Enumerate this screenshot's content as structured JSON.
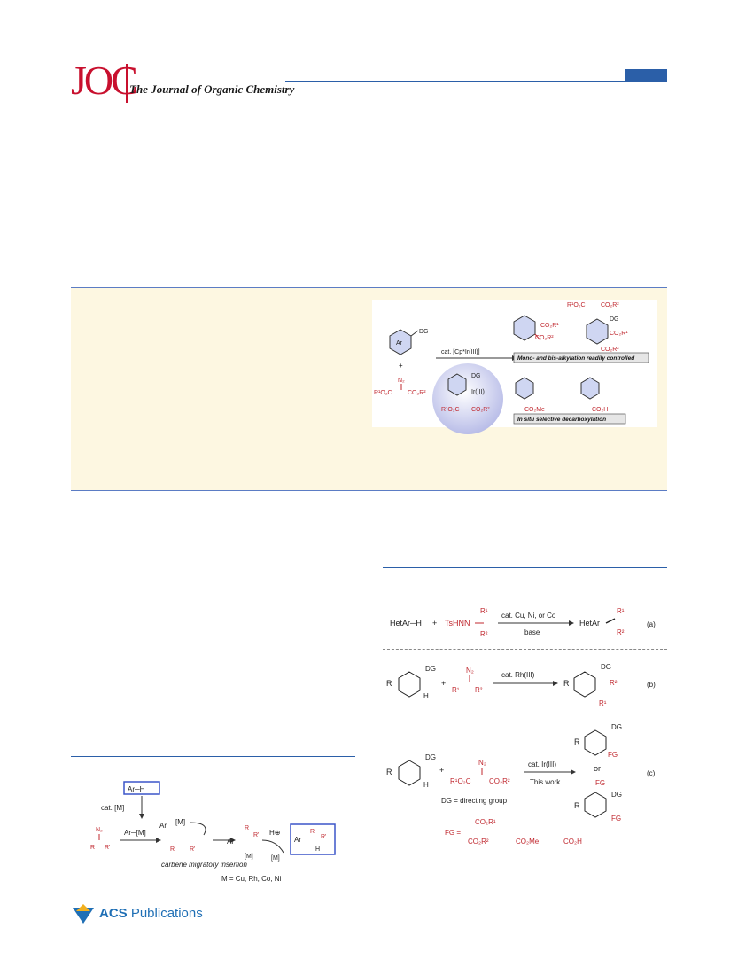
{
  "header": {
    "logo": "JOC",
    "journal_name": "The Journal of Organic Chemistry"
  },
  "toc_graphic": {
    "substrate_label": "Ar",
    "substrate_dg": "DG",
    "plus": "+",
    "diazo_n2": "N₂",
    "diazo_left": "R¹O₂C",
    "diazo_right": "CO₂R²",
    "catalyst": "cat. [Cp*Ir(III)]",
    "intermediate_metal": "Ir(III)",
    "intermediate_dg": "DG",
    "intermediate_left": "R¹O₂C",
    "intermediate_right": "CO₂R²",
    "mono_ester1": "CO₂R¹",
    "mono_ester2": "CO₂R²",
    "bis_top": "R¹O₂C",
    "bis_top_right": "CO₂R²",
    "bis_ester1": "CO₂R¹",
    "bis_ester2": "CO₂R²",
    "banner_alkylation": "Mono- and bis-alkylation readily controlled",
    "decarb_ester": "CO₂Me",
    "decarb_acid": "CO₂H",
    "banner_decarb": "In situ selective decarboxylation"
  },
  "scheme2": {
    "a": {
      "reactant": "HetAr─H",
      "plus": "+",
      "reagent": "TsHNN",
      "r1": "R¹",
      "r2": "R²",
      "conditions_top": "cat. Cu, Ni, or Co",
      "conditions_bottom": "base",
      "product": "HetAr",
      "label": "(a)"
    },
    "b": {
      "r": "R",
      "dg": "DG",
      "h": "H",
      "plus": "+",
      "n2": "N₂",
      "r1": "R¹",
      "r2": "R²",
      "conditions": "cat. Rh(III)",
      "label": "(b)"
    },
    "c": {
      "r": "R",
      "dg": "DG",
      "h": "H",
      "plus": "+",
      "n2": "N₂",
      "diazo_left": "R¹O₂C",
      "diazo_right": "CO₂R²",
      "conditions": "cat. Ir(III)",
      "this_work": "This work",
      "fg": "FG",
      "or": "or",
      "dg_note": "DG = directing group",
      "fg_eq": "FG =",
      "fg1_top": "CO₂R¹",
      "fg1_bottom": "CO₂R²",
      "fg2": "CO₂Me",
      "fg3": "CO₂H",
      "label": "(c)"
    }
  },
  "scheme1": {
    "start": "Ar─H",
    "cat": "cat. [M]",
    "arm": "Ar─[M]",
    "n2": "N₂",
    "r": "R",
    "rp": "R'",
    "ar": "Ar",
    "m": "[M]",
    "hplus": "H⊕",
    "h": "H",
    "caption": "carbene migratory insertion",
    "metals": "M = Cu, Rh, Co, Ni"
  },
  "footer": {
    "publisher_bold": "ACS",
    "publisher_rest": " Publications"
  },
  "colors": {
    "brand_red": "#c8102e",
    "rule_blue": "#2b5fa8",
    "abstract_bg": "#fdf7e1",
    "chem_red": "#c0282f"
  }
}
